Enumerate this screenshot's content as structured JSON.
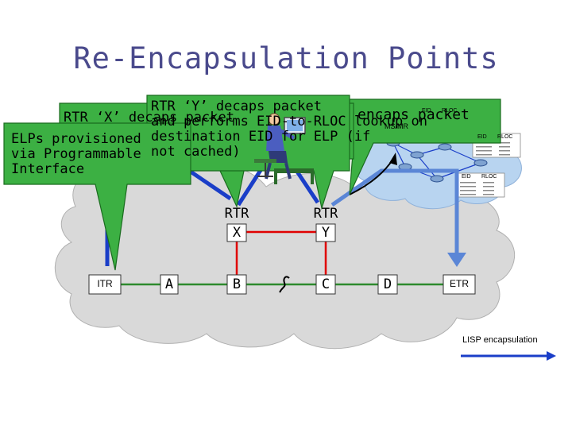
{
  "title": "Re-Encapsulation Points",
  "callouts": {
    "rtr_y": [
      "RTR ‘Y’ decaps packet",
      "and performs EID-to-RLOC lookup on",
      "destination EID for ELP (if",
      "not cached)"
    ],
    "rtr_x": "RTR ‘X’ decaps packet",
    "encaps": "encaps packet",
    "elps": [
      "ELPs provisioned",
      "via Programmable",
      "Interface"
    ]
  },
  "mapping": {
    "ms_mr": "MS/MR",
    "eid": "EID",
    "rloc": "RLOC"
  },
  "nodes": {
    "rtr_x_top": "RTR",
    "rtr_x": "X",
    "rtr_y_top": "RTR",
    "rtr_y": "Y",
    "itr": "ITR",
    "a": "A",
    "b": "B",
    "c": "C",
    "d": "D",
    "etr": "ETR"
  },
  "legend": {
    "label": "LISP encapsulation"
  },
  "colors": {
    "title": "#4a4a8c",
    "callout_fill": "#3cb043",
    "callout_border": "#1a6b1f",
    "cloud": "#d9d9d9",
    "arrow": "#1a3ec8",
    "arrow_light": "#5b86d6",
    "link_red": "#e00000",
    "link_green": "#2d8a2d",
    "map_cloud": "#b8d4f0"
  }
}
